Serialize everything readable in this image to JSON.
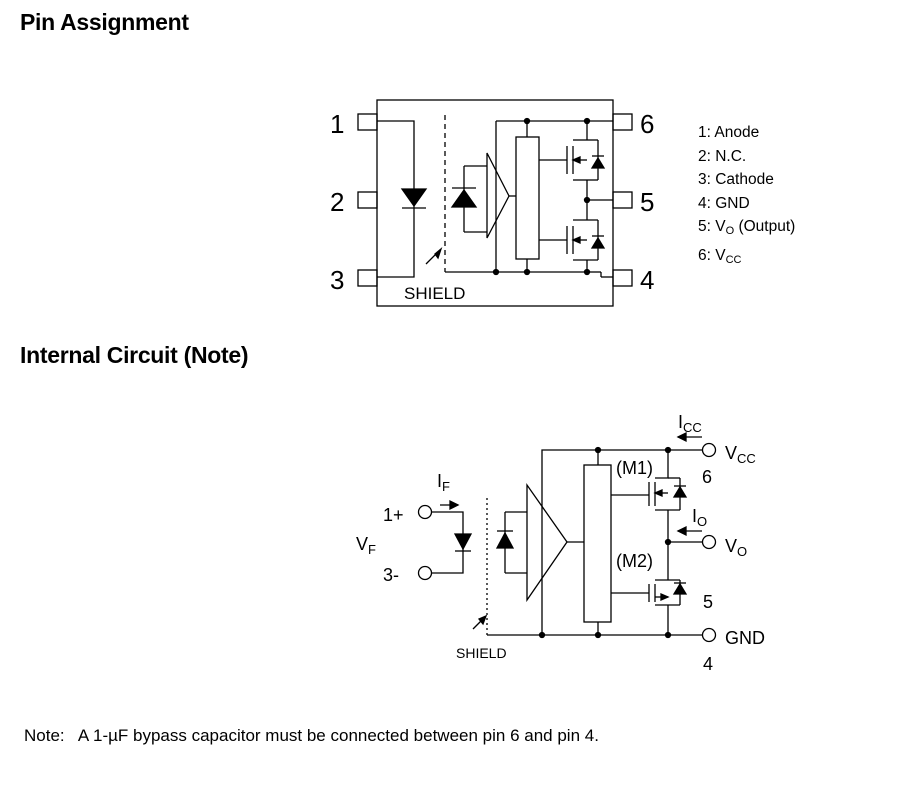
{
  "headings": {
    "pin_assignment": "Pin Assignment",
    "internal_circuit": "Internal Circuit (Note)"
  },
  "pin_diagram": {
    "pin_numbers": [
      "1",
      "2",
      "3",
      "6",
      "5",
      "4"
    ],
    "shield_label": "SHIELD",
    "pin_list": [
      {
        "prefix": "1: Anode",
        "sub": "",
        "suffix": ""
      },
      {
        "prefix": "2: N.C.",
        "sub": "",
        "suffix": ""
      },
      {
        "prefix": "3: Cathode",
        "sub": "",
        "suffix": ""
      },
      {
        "prefix": "4: GND",
        "sub": "",
        "suffix": ""
      },
      {
        "prefix": "5: V",
        "sub": "O",
        "suffix": " (Output)"
      },
      {
        "prefix": "6: V",
        "sub": "CC",
        "suffix": ""
      }
    ]
  },
  "circuit": {
    "icc": {
      "main": "I",
      "sub": "CC"
    },
    "if": {
      "main": "I",
      "sub": "F"
    },
    "io": {
      "main": "I",
      "sub": "O"
    },
    "vf": {
      "main": "V",
      "sub": "F"
    },
    "vcc": {
      "main": "V",
      "sub": "CC"
    },
    "vo": {
      "main": "V",
      "sub": "O"
    },
    "gnd": "GND",
    "pin_plus": "1+",
    "pin_minus": "3-",
    "pin6": "6",
    "pin5": "5",
    "pin4": "4",
    "m1": "(M1)",
    "m2": "(M2)",
    "shield_label": "SHIELD"
  },
  "note": {
    "text": "Note:   A 1-µF bypass capacitor must be connected between pin 6 and pin 4."
  }
}
